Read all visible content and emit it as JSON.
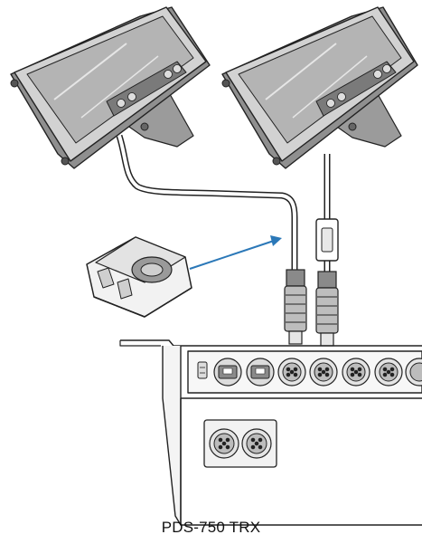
{
  "caption": "PDS-750 TRX",
  "colors": {
    "line": "#222222",
    "fixture_fill": "#d6d6d6",
    "fixture_dark": "#8a8a8a",
    "lens_fill": "#b9b9b9",
    "arrow": "#2b78b8",
    "box_fill": "#f6f6f6"
  },
  "components": {
    "fixtures": [
      "led-fixture-left",
      "led-fixture-right"
    ],
    "cables": [
      "cable-left",
      "cable-right"
    ],
    "ferrite": "ferrite-core",
    "base_unit": "pds-750-trx-unit"
  }
}
